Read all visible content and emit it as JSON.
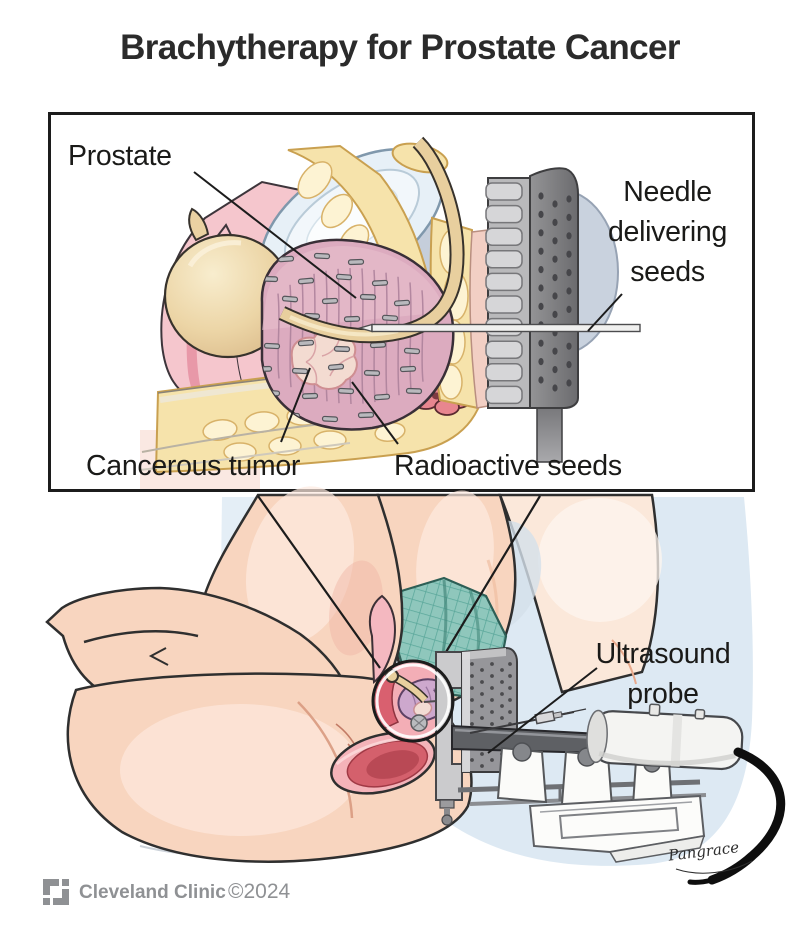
{
  "title": "Brachytherapy for Prostate Cancer",
  "inset": {
    "labels": {
      "prostate": "Prostate",
      "needle_line1": "Needle",
      "needle_line2": "delivering",
      "needle_line3": "seeds",
      "tumor": "Cancerous tumor",
      "seeds": "Radioactive seeds"
    }
  },
  "scene": {
    "labels": {
      "probe_line1": "Ultrasound",
      "probe_line2": "probe"
    },
    "signature": "Pangrace"
  },
  "footer": {
    "brand": "Cleveland Clinic",
    "copyright": "©2024"
  },
  "icons": {
    "logo": "cleveland-clinic-logo"
  },
  "palette": {
    "skin": "#f8d5bf",
    "fat": "#f6e3ab",
    "prostate": "#dcabbf",
    "tumor": "#f3dbd1",
    "bladder": "#ead1a2",
    "pubic_bone": "#e7f0f7",
    "rectum": "#ee9aa4",
    "drape_teal": "#8fc7bc",
    "template_gray": "#96969a",
    "background_blue": "#dde9f3",
    "label_color": "#1a1a18",
    "footer_gray": "#8f9194"
  }
}
